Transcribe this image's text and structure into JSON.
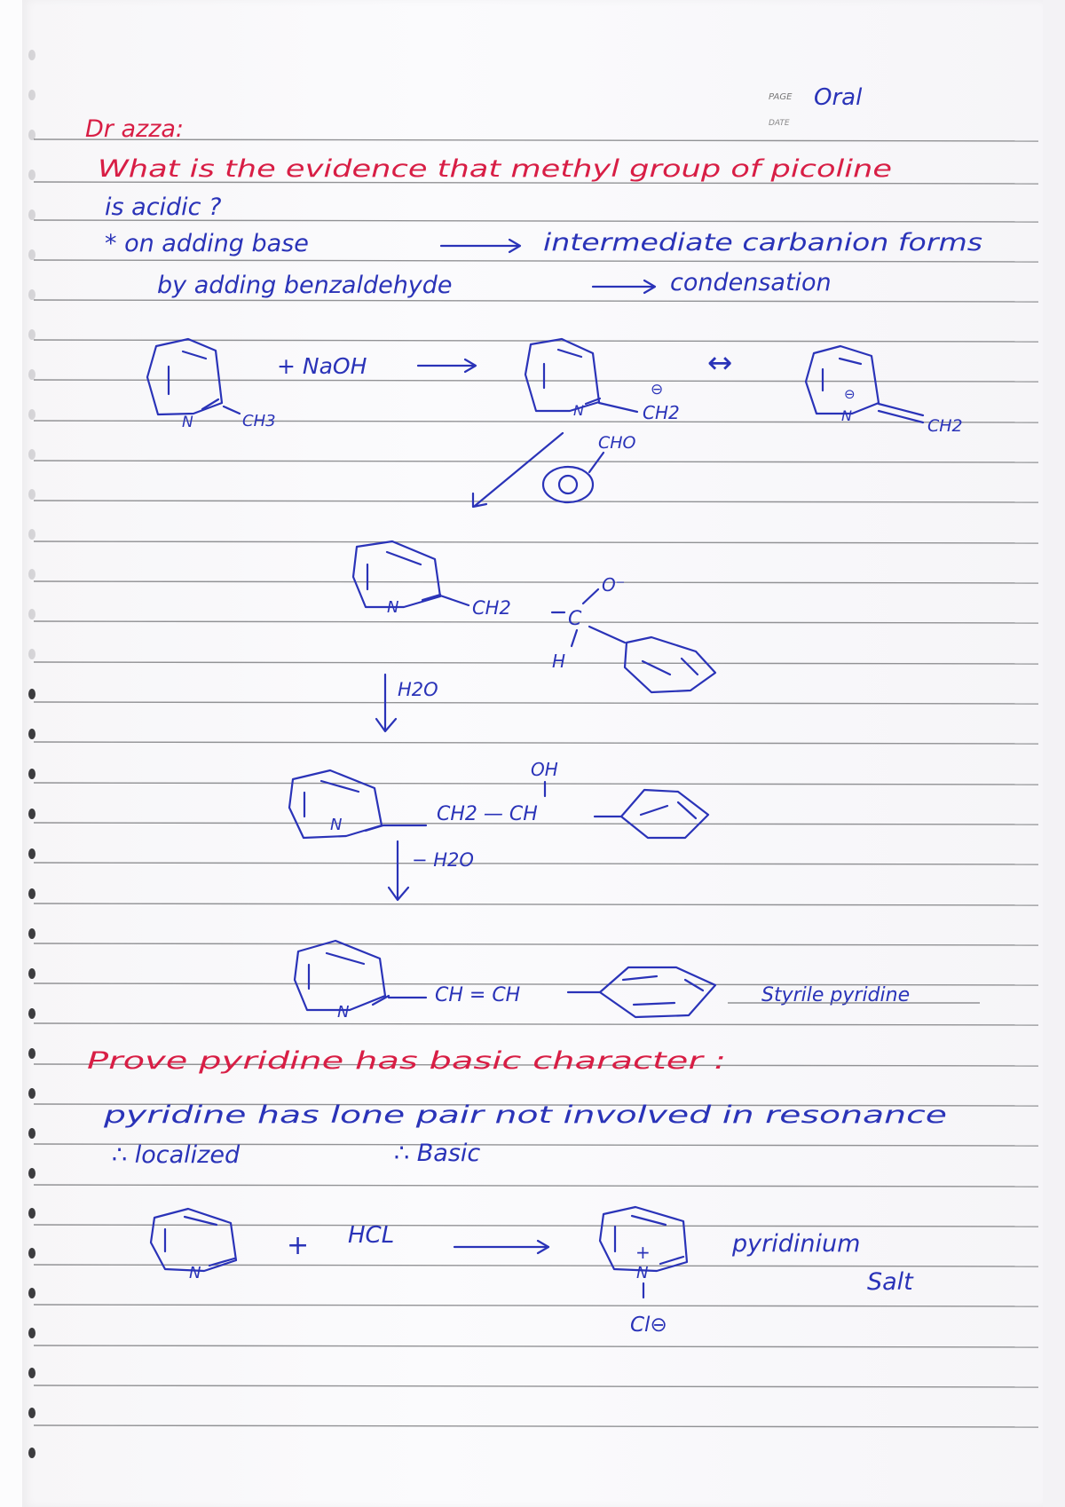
{
  "header": {
    "page_label": "PAGE",
    "date_label": "DATE",
    "page_value": "Oral"
  },
  "notes": {
    "author": "Dr azza:",
    "question": "What is the evidence that methyl group of picoline",
    "question_cont": "is acidic ?",
    "point1_left": "* on adding base",
    "point1_right": "intermediate carbanion forms",
    "point2_left": "by adding benzaldehyde",
    "point2_right": "condensation"
  },
  "scheme1": {
    "reagent": "+ NaOH",
    "ring_n": "N",
    "methyl": "CH3",
    "carbanion_charge": "⊖",
    "carbanion_group": "CH2",
    "resonance_arrow": "↔",
    "resonance_charge": "⊖",
    "resonance_group": "CH2",
    "aldehyde_group": "CHO",
    "intermediate_ch2": "CH2",
    "intermediate_c": "C",
    "intermediate_o": "O⁻",
    "intermediate_h": "H",
    "hydration": "H2O",
    "alcohol_oh": "OH",
    "alcohol_chain": "CH2 — CH",
    "dehydration": "− H2O",
    "alkene_chain": "CH = CH",
    "product_name": "Styrile pyridine"
  },
  "section2": {
    "title": "Prove pyridine has basic character :",
    "line1": "pyridine has lone pair not involved in resonance",
    "line2_left": "∴ localized",
    "line2_right": "∴ Basic"
  },
  "scheme2": {
    "plus": "+",
    "reagent": "HCL",
    "ring_n": "N",
    "salt_charge": "+",
    "counter_ion": "Cl⊖",
    "product_line1": "pyridinium",
    "product_line2": "Salt"
  },
  "colors": {
    "blue_ink": "#2a33b8",
    "red_ink": "#d81e45",
    "paper": "#f7f6f8",
    "rule": "#6f7073"
  }
}
